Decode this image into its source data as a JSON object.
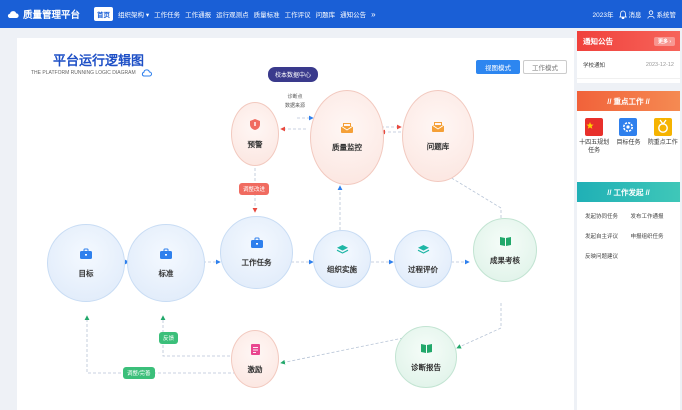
{
  "app": {
    "title": "质量管理平台"
  },
  "nav": {
    "items": [
      "首页",
      "组织架构 ▾",
      "工作任务",
      "工作通报",
      "运行观测点",
      "质量标准",
      "工作评议",
      "问题库",
      "通知公告"
    ],
    "more": "»"
  },
  "topbar": {
    "year": "2023年",
    "message": "消息",
    "user": "系统管"
  },
  "main": {
    "title": "平台运行逻辑图",
    "subtitle": "THE PLATFORM RUNNING LOGIC DIAGRAM",
    "mode_a": "视图模式",
    "mode_b": "工作模式"
  },
  "diagram": {
    "nodes": {
      "target": "目标",
      "standard": "标准",
      "task": "工作任务",
      "organize": "组织实施",
      "evaluate": "过程评价",
      "assess": "成果考核",
      "warn": "预警",
      "monitor": "质量监控",
      "issues": "问题库",
      "incentive": "激励",
      "diagnose": "诊断报告"
    },
    "tags": {
      "data_center": "校本数据中心",
      "adjust_improve": "调整改进",
      "feedback": "反馈",
      "adjust_optimize": "调整/完善"
    },
    "notes": {
      "diagnose_point": "诊断点",
      "data_source": "数据来源"
    },
    "colors": {
      "blue": "#2f80ed",
      "orange": "#f07a28",
      "green": "#22a86b",
      "red": "#e8493f"
    }
  },
  "notice_card": {
    "title": "通知公告",
    "more": "更多 ›",
    "items": [
      {
        "text": "学校通知",
        "date": "2023-12-12"
      }
    ]
  },
  "keywork_card": {
    "title": "// 重点工作 //",
    "items": [
      "十四五规划任务",
      "目标任务",
      "院重点工作"
    ]
  },
  "workflow_card": {
    "title": "// 工作发起 //",
    "items": [
      "发起协同任务",
      "发布工作通报",
      "发起自主评议",
      "申报组织任务",
      "反映问题建议"
    ]
  }
}
